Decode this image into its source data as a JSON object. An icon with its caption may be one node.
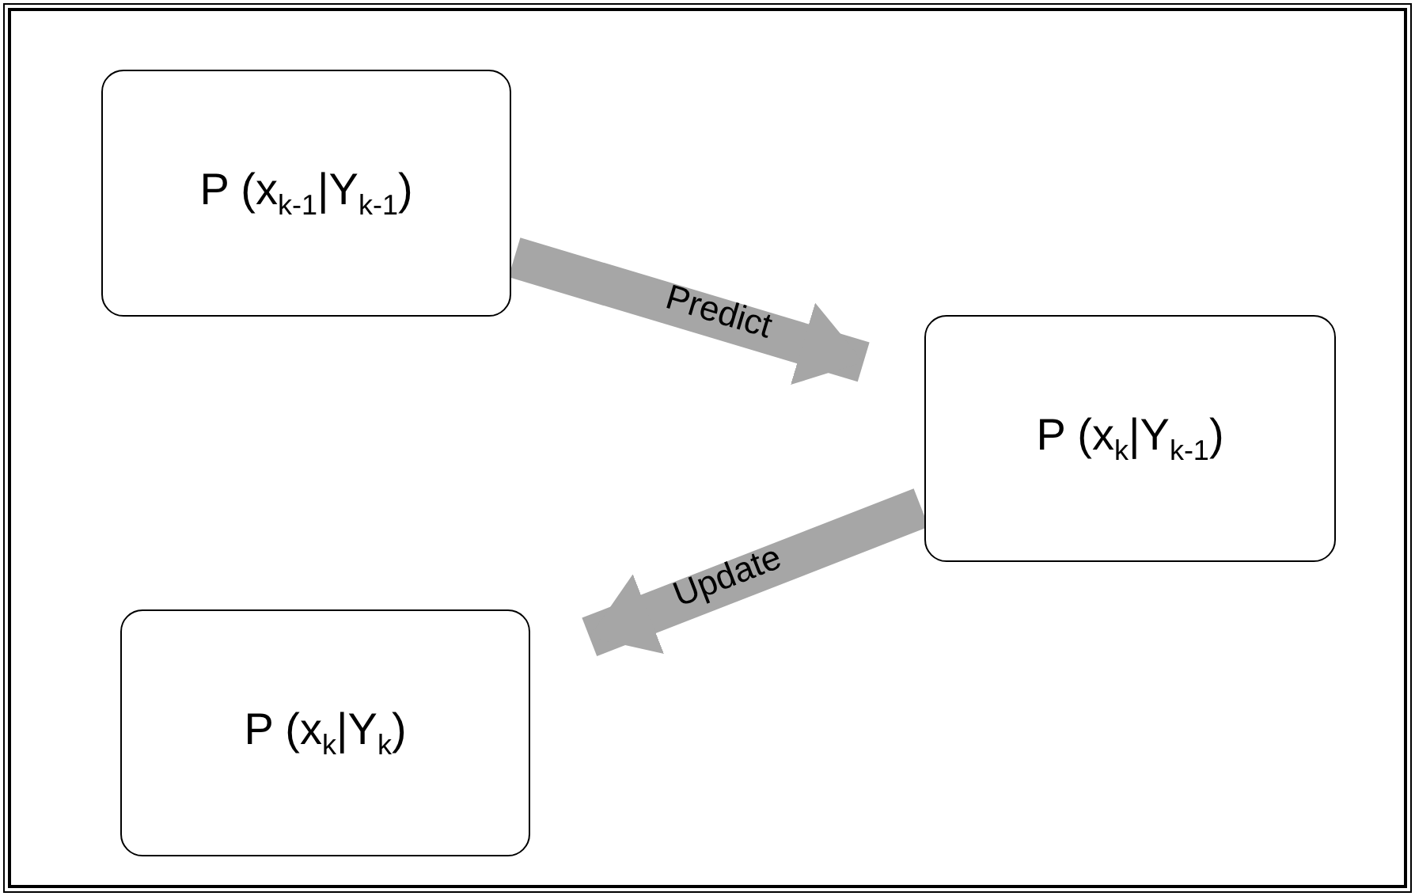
{
  "diagram": {
    "nodes": [
      {
        "text": [
          "P (x$_{k-1}$|Y$_{k-1}$)"
        ]
      },
      {
        "text": [
          "P (x$_{k}$|Y$_{k-1}$)"
        ]
      },
      {
        "text": [
          "P (x$_{k}$|Y$_{k}$)"
        ]
      }
    ],
    "edges": [
      {
        "from": 0,
        "to": 1,
        "arrow": "to",
        "label": "Predict"
      },
      {
        "from": 1,
        "to": 2,
        "arrow": "to",
        "label": "Update"
      }
    ]
  }
}
